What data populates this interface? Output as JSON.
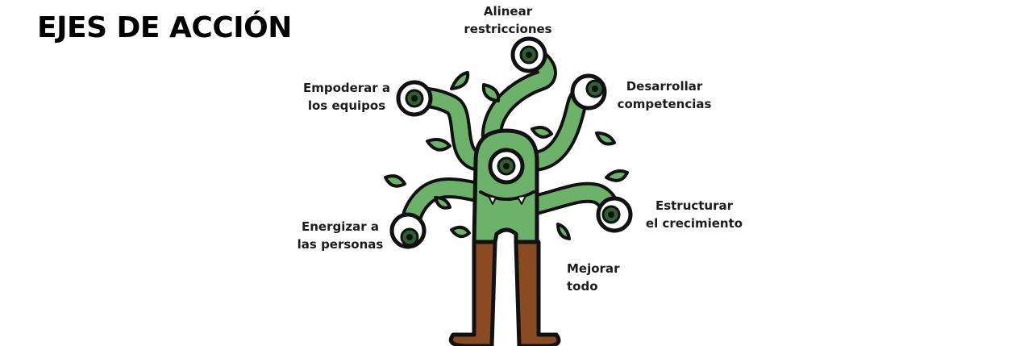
{
  "title": "EJES DE ACCIÓN",
  "axes": [
    {
      "id": "top",
      "line1": "Alinear",
      "line2": "restricciones"
    },
    {
      "id": "tl",
      "line1": "Empoderar a",
      "line2": "los equipos"
    },
    {
      "id": "tr",
      "line1": "Desarrollar",
      "line2": "competencias"
    },
    {
      "id": "bl",
      "line1": "Energizar a",
      "line2": "las personas"
    },
    {
      "id": "br",
      "line1": "Estructurar",
      "line2": "el crecimiento"
    },
    {
      "id": "bot",
      "line1": "Mejorar",
      "line2": "todo"
    }
  ],
  "colors": {
    "body": "#6db26b",
    "leaf": "#6db26b",
    "trunk": "#8a4a22",
    "outline": "#111111",
    "eye": "#2f5f33"
  }
}
